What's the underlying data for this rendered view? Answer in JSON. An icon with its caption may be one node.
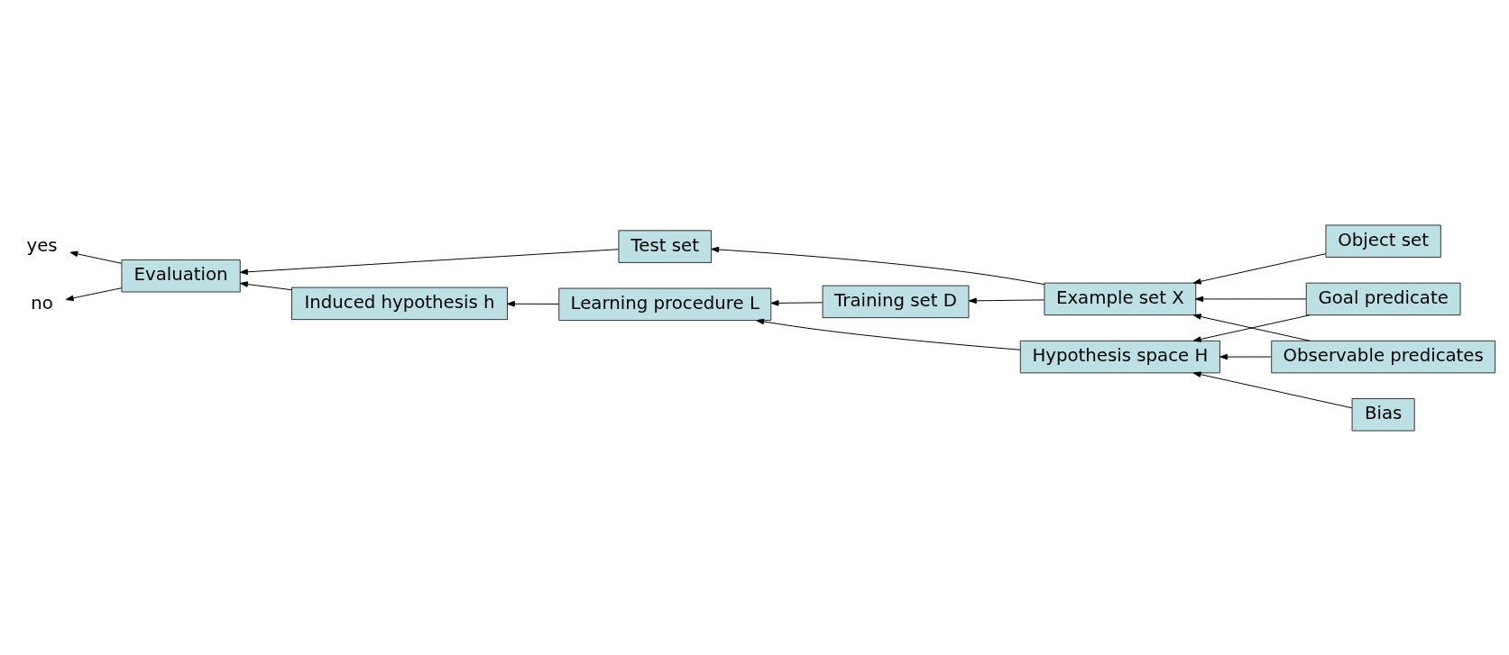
{
  "diagram": {
    "nodes": [
      {
        "text": [
          "yes"
        ]
      },
      {
        "text": [
          "no"
        ]
      },
      {
        "text": [
          "Evaluation"
        ]
      },
      {
        "text": [
          "Test set"
        ]
      },
      {
        "text": [
          "Object set"
        ]
      },
      {
        "text": [
          "Example set X"
        ]
      },
      {
        "text": [
          "Goal predicate"
        ]
      },
      {
        "text": [
          "Induced hypothesis h"
        ]
      },
      {
        "text": [
          "Training set D"
        ]
      },
      {
        "text": [
          "Observable predicates"
        ]
      },
      {
        "text": [
          "Learning procedure L"
        ]
      },
      {
        "text": [
          "Hypothesis space H"
        ]
      },
      {
        "text": [
          "Bias"
        ]
      }
    ],
    "edges": [
      {
        "from": 2,
        "to": 0,
        "arrow": "to"
      },
      {
        "from": 2,
        "to": 1,
        "arrow": "to"
      },
      {
        "from": 3,
        "to": 2,
        "arrow": "to"
      },
      {
        "from": 5,
        "to": 3,
        "arrow": "to"
      },
      {
        "from": 5,
        "to": 8,
        "arrow": "to"
      },
      {
        "from": 4,
        "to": 5,
        "arrow": "to"
      },
      {
        "from": 6,
        "to": 5,
        "arrow": "to"
      },
      {
        "from": 9,
        "to": 5,
        "arrow": "to"
      },
      {
        "from": 6,
        "to": 11,
        "arrow": "to"
      },
      {
        "from": 9,
        "to": 11,
        "arrow": "to"
      },
      {
        "from": 12,
        "to": 11,
        "arrow": "to"
      },
      {
        "from": 11,
        "to": 10,
        "arrow": "to"
      },
      {
        "from": 8,
        "to": 10,
        "arrow": "to"
      },
      {
        "from": 10,
        "to": 7,
        "arrow": "to"
      },
      {
        "from": 7,
        "to": 2,
        "arrow": "to"
      }
    ]
  }
}
